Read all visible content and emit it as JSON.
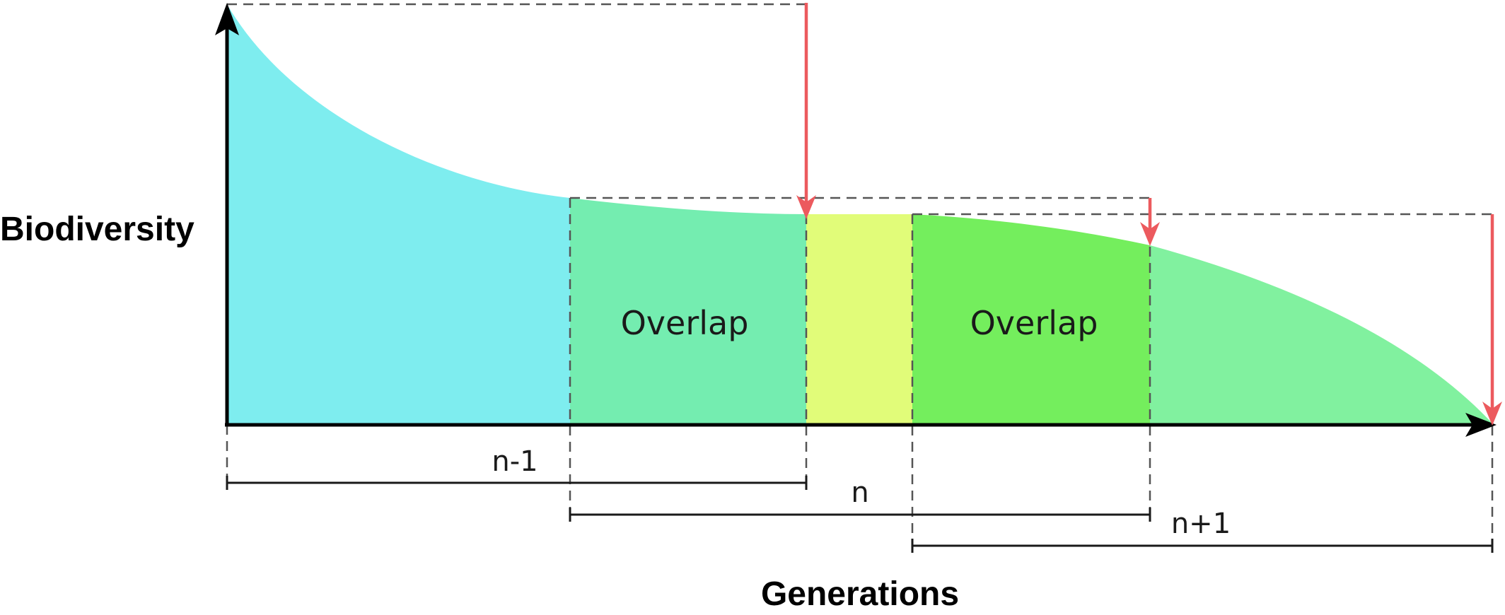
{
  "axes": {
    "y_title": "Biodiversity",
    "x_title": "Generations"
  },
  "regions": {
    "overlap_left_label": "Overlap",
    "overlap_right_label": "Overlap"
  },
  "spans": [
    {
      "label": "n-1"
    },
    {
      "label": "n"
    },
    {
      "label": "n+1"
    }
  ],
  "colors": {
    "cyan_fill": "#7eedef",
    "teal_overlap": "#74edb0",
    "yellow_fill": "#e1fc79",
    "green_overlap": "#74ee5d",
    "green_fill": "#81f19f",
    "red_arrow": "#ec5a5e",
    "axis": "#000000",
    "guide": "#555555"
  },
  "icons": {
    "y_axis_head": "arrow-up-icon",
    "x_axis_head": "arrow-right-icon",
    "drop_arrows": "arrow-down-icon"
  }
}
